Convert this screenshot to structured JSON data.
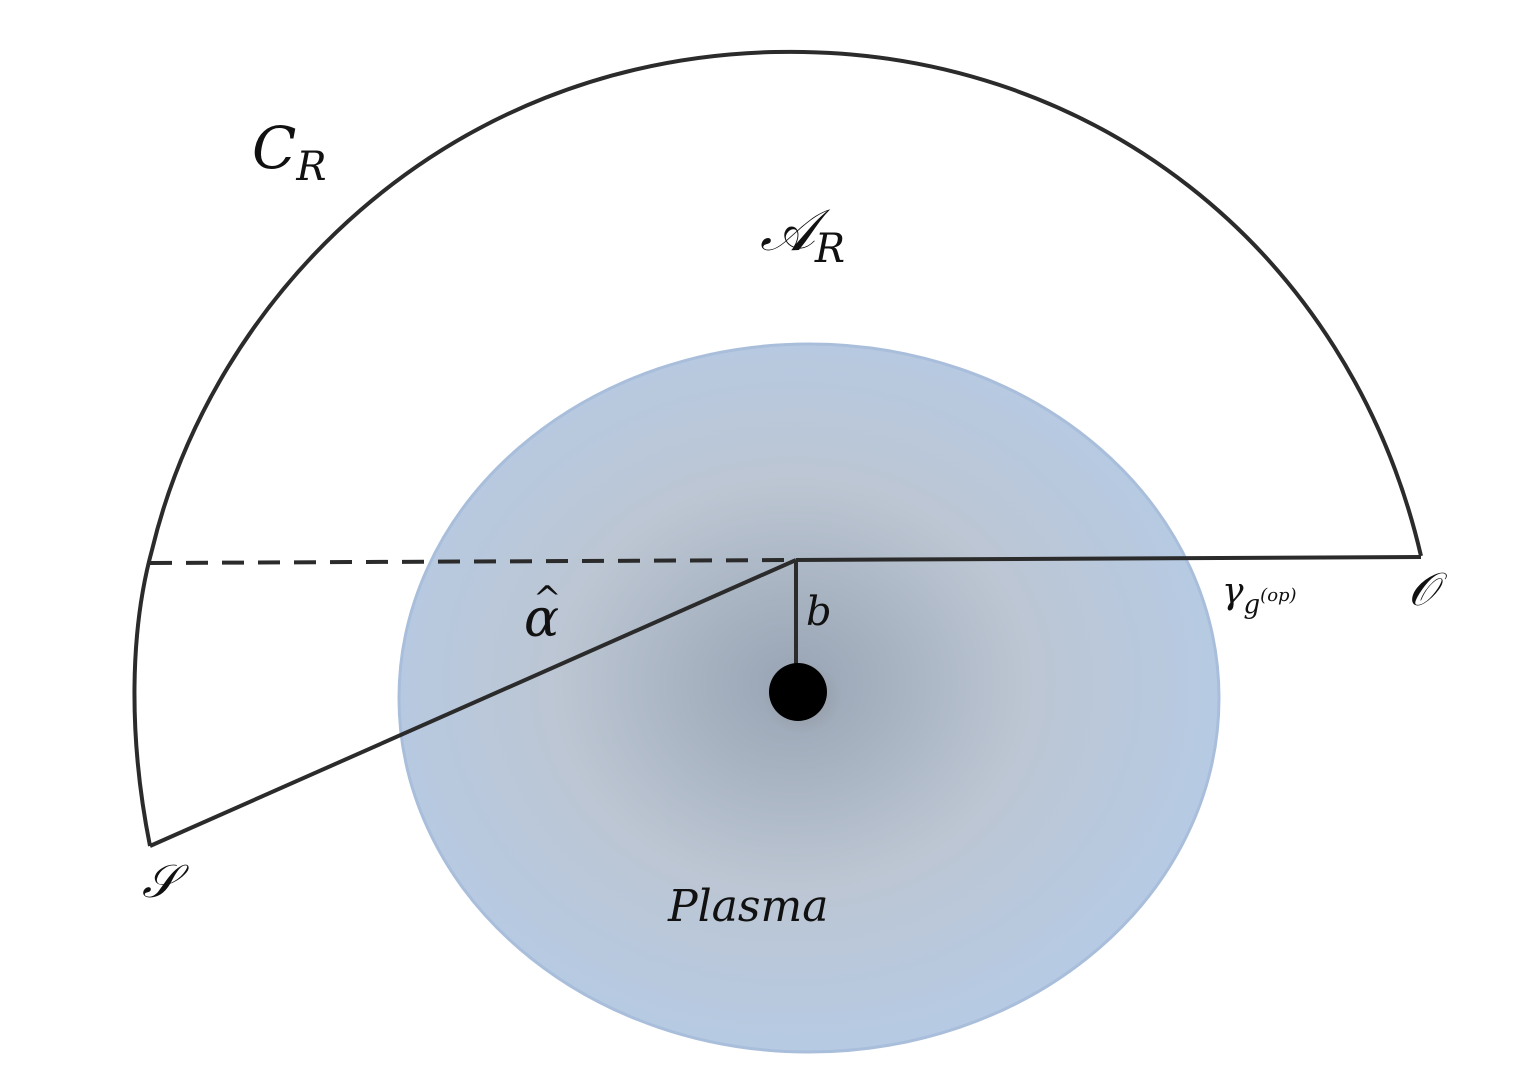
{
  "diagram": {
    "labels": {
      "curve": {
        "main": "C",
        "sub": "R"
      },
      "region": {
        "main": "𝒜",
        "sub": "R"
      },
      "angle": {
        "main": "α",
        "hat": "^"
      },
      "impact": "b",
      "geodesic": {
        "main": "γ",
        "sub": "g",
        "sup": "(op)"
      },
      "observer": "𝒪",
      "source": "𝒮",
      "medium": "Plasma"
    },
    "colors": {
      "plasma_edge": "#b6cae3",
      "plasma_center": "#9aa7b6",
      "stroke": "#2b2b2b",
      "lens": "#000000"
    }
  }
}
